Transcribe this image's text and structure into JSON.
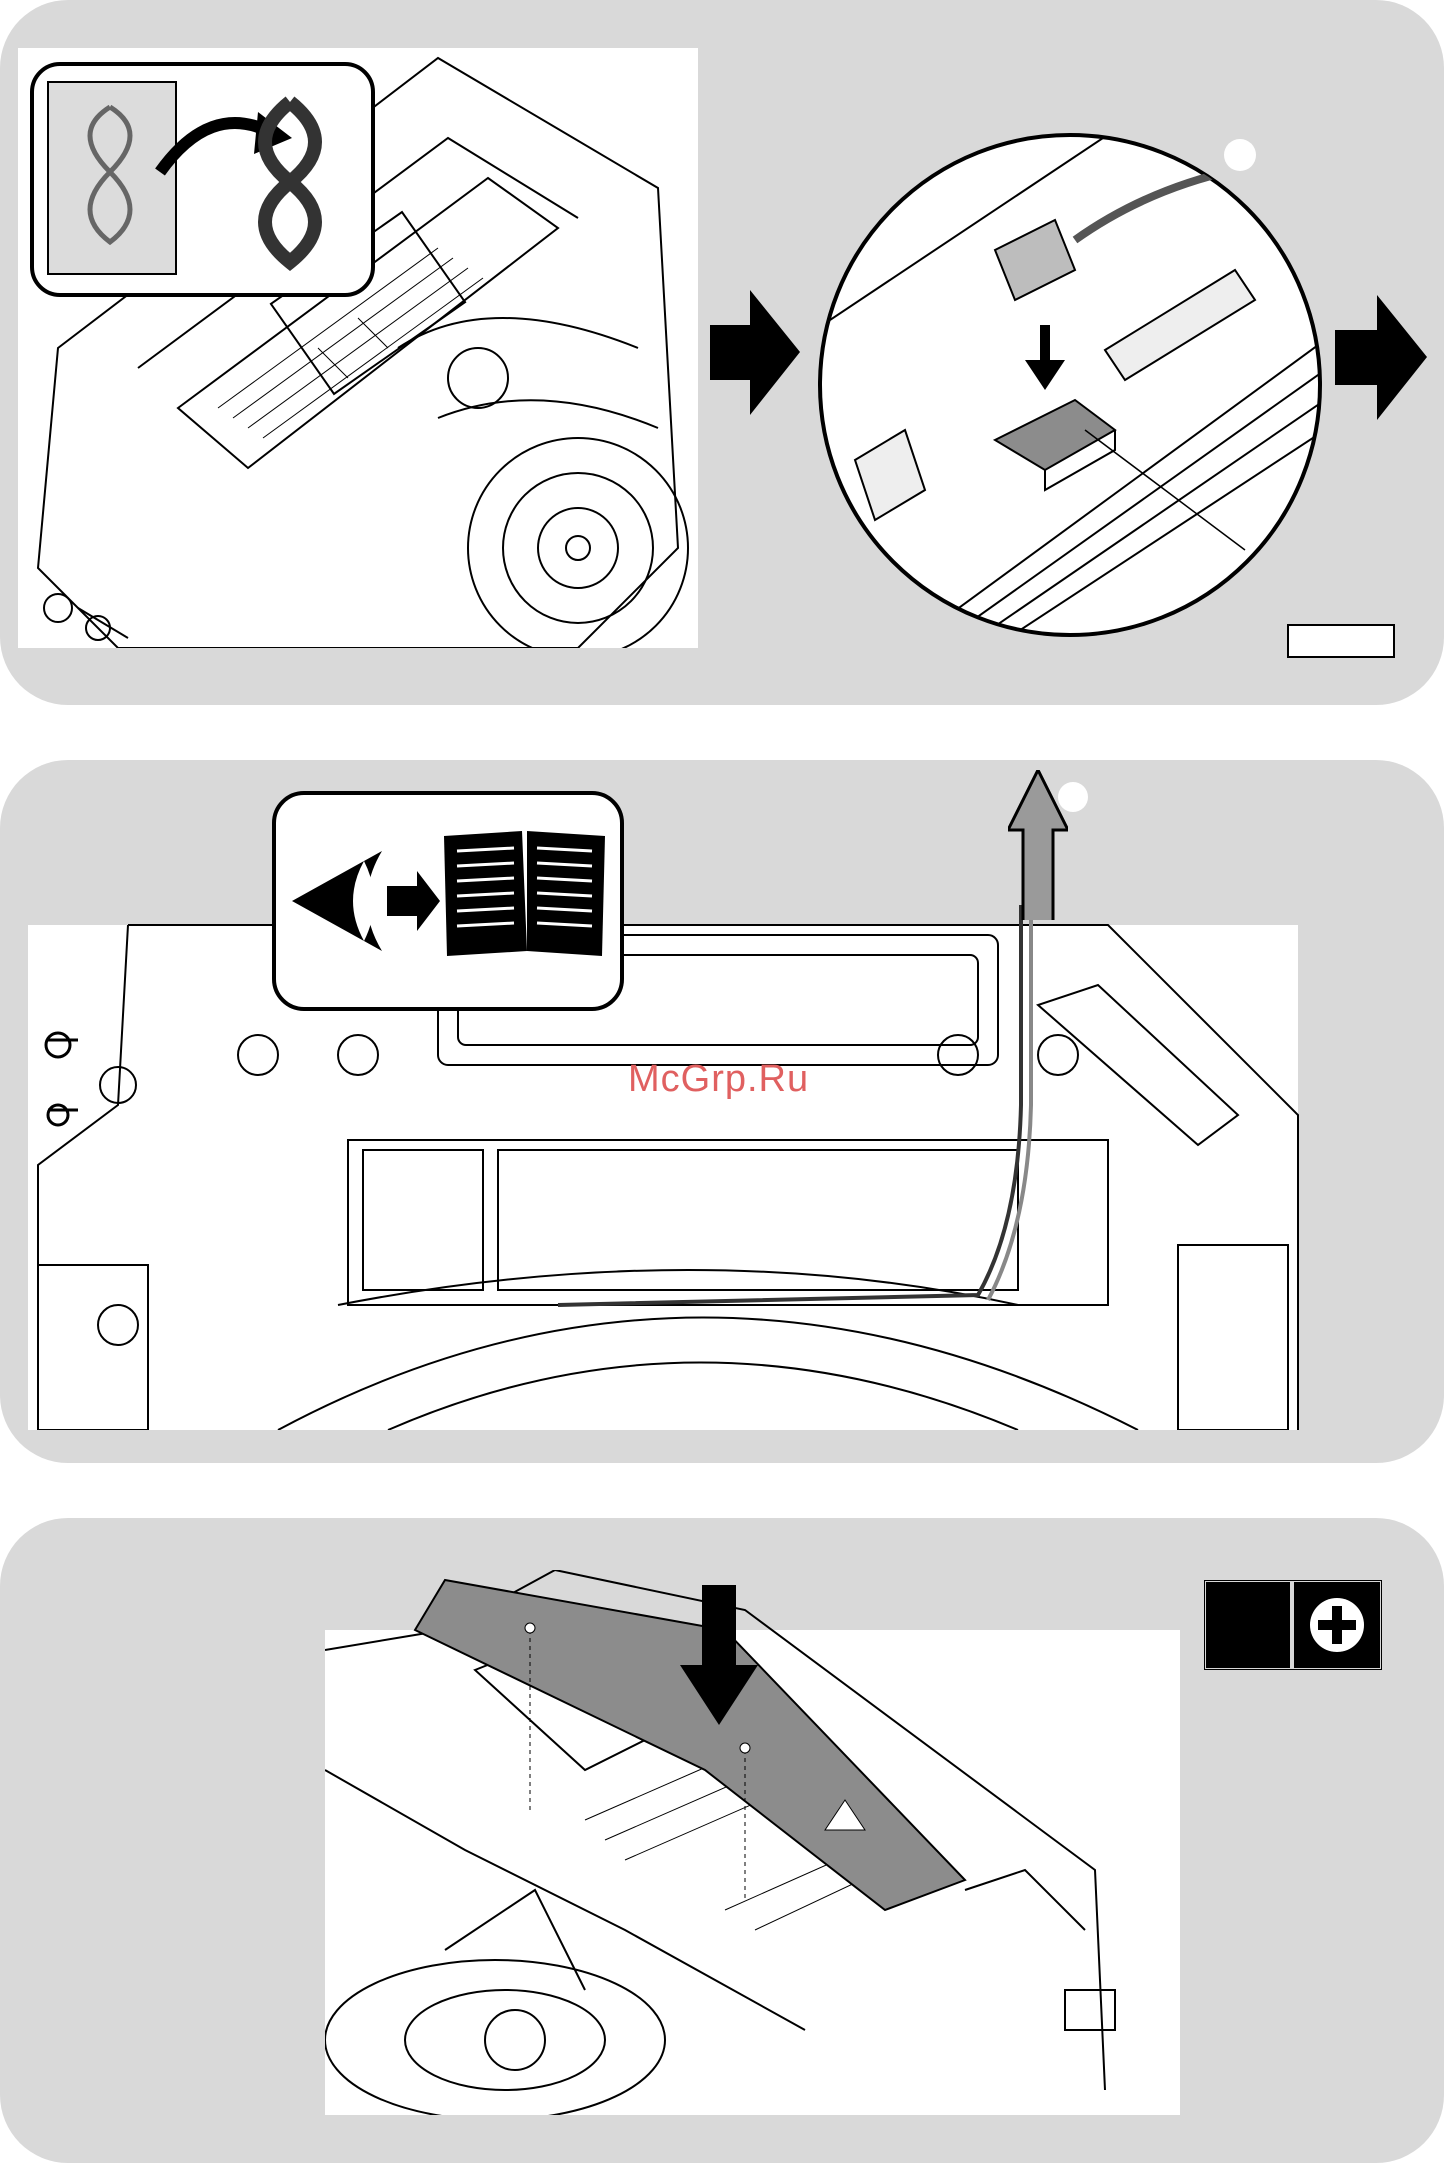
{
  "watermark": "McGrp.Ru",
  "steps": [
    {
      "id": 1,
      "icons": [
        "cable-coil-unwind-icon",
        "arrow-right-icon"
      ]
    },
    {
      "id": 2,
      "icons": [
        "eye-icon",
        "manual-book-icon",
        "cable-route-arrow-icon"
      ]
    },
    {
      "id": 3,
      "icons": [
        "phillips-screwdriver-icon",
        "arrow-down-icon"
      ]
    }
  ],
  "colors": {
    "panel": "#d9d9d9",
    "line": "#000000",
    "cover": "#8c8c8c",
    "watermark": "#e06060"
  }
}
